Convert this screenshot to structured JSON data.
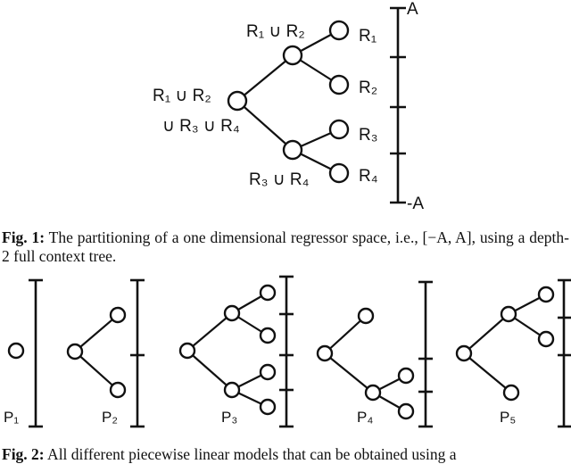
{
  "figure1": {
    "internal_labels": {
      "root_line1": "R₁ ∪ R₂",
      "root_line2": "∪ R₃ ∪ R₄",
      "top_child": "R₁ ∪ R₂",
      "bottom_child": "R₃ ∪ R₄"
    },
    "leaf_labels": [
      "R₁",
      "R₂",
      "R₃",
      "R₄"
    ],
    "axis_top_label": "A",
    "axis_bottom_label": "-A"
  },
  "caption1": {
    "label": "Fig. 1:",
    "text": " The partitioning of a one dimensional regressor space, i.e., [−A, A], using a depth-2 full context tree."
  },
  "figure2": {
    "model_labels": [
      "P₁",
      "P₂",
      "P₃",
      "P₄",
      "P₅"
    ]
  },
  "caption2": {
    "label": "Fig. 2:",
    "text": " All different piecewise linear models that can be obtained using a"
  }
}
